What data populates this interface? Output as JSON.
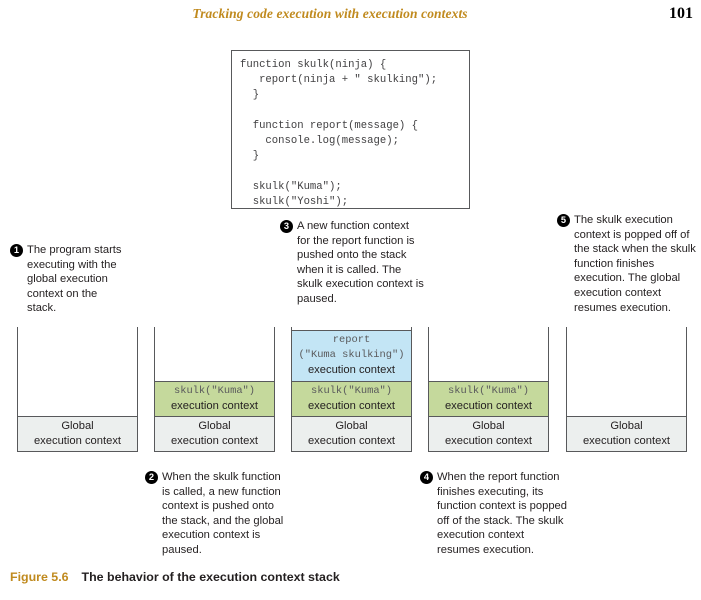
{
  "running_head": {
    "title": "Tracking code execution with execution contexts",
    "page_number": "101"
  },
  "code_listing": {
    "lines": [
      "function skulk(ninja) {",
      "   report(ninja + \" skulking\");",
      "  }",
      "",
      "  function report(message) {",
      "    console.log(message);",
      "  }",
      "",
      "  skulk(\"Kuma\");",
      "  skulk(\"Yoshi\");"
    ]
  },
  "callouts": [
    {
      "number": "1",
      "text": "The program starts executing with the global execution context on the stack."
    },
    {
      "number": "2",
      "text": "When the skulk function is called, a new function context is pushed onto the stack, and the global execution context is paused."
    },
    {
      "number": "3",
      "text": "A new function context for the report function is pushed onto the stack when it is called. The skulk execution context is paused."
    },
    {
      "number": "4",
      "text": "When the report function finishes executing, its function context is popped off of the stack. The skulk execution context resumes execution."
    },
    {
      "number": "5",
      "text": "The skulk execution context is popped off of the stack when the skulk function finishes execution. The global execution context resumes execution."
    }
  ],
  "stacks": [
    {
      "id": "stack-1",
      "frames": [
        {
          "kind": "global",
          "code": "",
          "code2": "",
          "label": "Global",
          "label2": "execution context"
        }
      ]
    },
    {
      "id": "stack-2",
      "frames": [
        {
          "kind": "skulk",
          "code": "skulk(\"Kuma\")",
          "code2": "",
          "label": "execution context",
          "label2": ""
        },
        {
          "kind": "global",
          "code": "",
          "code2": "",
          "label": "Global",
          "label2": "execution context"
        }
      ]
    },
    {
      "id": "stack-3",
      "frames": [
        {
          "kind": "report",
          "code": "report",
          "code2": "(\"Kuma skulking\")",
          "label": "execution context",
          "label2": ""
        },
        {
          "kind": "skulk",
          "code": "skulk(\"Kuma\")",
          "code2": "",
          "label": "execution context",
          "label2": ""
        },
        {
          "kind": "global",
          "code": "",
          "code2": "",
          "label": "Global",
          "label2": "execution context"
        }
      ]
    },
    {
      "id": "stack-4",
      "frames": [
        {
          "kind": "skulk",
          "code": "skulk(\"Kuma\")",
          "code2": "",
          "label": "execution context",
          "label2": ""
        },
        {
          "kind": "global",
          "code": "",
          "code2": "",
          "label": "Global",
          "label2": "execution context"
        }
      ]
    },
    {
      "id": "stack-5",
      "frames": [
        {
          "kind": "global",
          "code": "",
          "code2": "",
          "label": "Global",
          "label2": "execution context"
        }
      ]
    }
  ],
  "figure_caption": {
    "number": "Figure 5.6",
    "text": "The behavior of the execution context stack"
  },
  "colors": {
    "accent_gold": "#c08a1e",
    "global_frame": "#ecefee",
    "skulk_frame": "#c5d99c",
    "report_frame": "#c3e5f5",
    "stroke": "#58595b"
  }
}
